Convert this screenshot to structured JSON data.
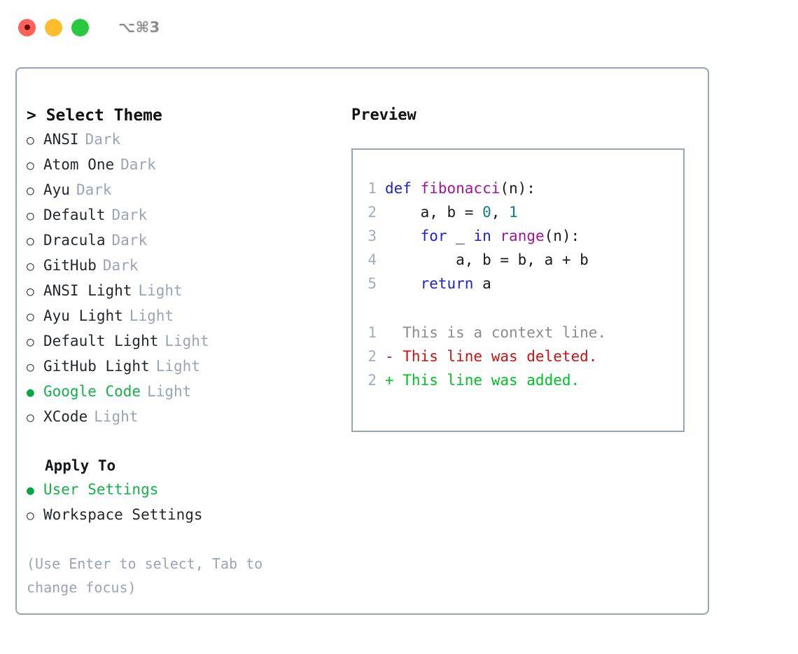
{
  "titlebar": {
    "buttons": [
      {
        "name": "close",
        "color": "#ff6058"
      },
      {
        "name": "minimize",
        "color": "#ffbd2e"
      },
      {
        "name": "maximize",
        "color": "#27c93f"
      }
    ],
    "shortcut": "⌥⌘3"
  },
  "theme_picker": {
    "header": "> Select Theme",
    "caret": ">",
    "header_label": "Select Theme",
    "marker_unselected": "○",
    "marker_selected": "●",
    "items": [
      {
        "label": "ANSI",
        "tag": "Dark",
        "selected": false
      },
      {
        "label": "Atom One",
        "tag": "Dark",
        "selected": false
      },
      {
        "label": "Ayu",
        "tag": "Dark",
        "selected": false
      },
      {
        "label": "Default",
        "tag": "Dark",
        "selected": false
      },
      {
        "label": "Dracula",
        "tag": "Dark",
        "selected": false
      },
      {
        "label": "GitHub",
        "tag": "Dark",
        "selected": false
      },
      {
        "label": "ANSI Light",
        "tag": "Light",
        "selected": false
      },
      {
        "label": "Ayu Light",
        "tag": "Light",
        "selected": false
      },
      {
        "label": "Default Light",
        "tag": "Light",
        "selected": false
      },
      {
        "label": "GitHub Light",
        "tag": "Light",
        "selected": false
      },
      {
        "label": "Google Code",
        "tag": "Light",
        "selected": true
      },
      {
        "label": "XCode",
        "tag": "Light",
        "selected": false
      }
    ]
  },
  "apply_to": {
    "header": "Apply To",
    "items": [
      {
        "label": "User Settings",
        "selected": true
      },
      {
        "label": "Workspace Settings",
        "selected": false
      }
    ]
  },
  "hint": "(Use Enter to select, Tab to change focus)",
  "preview": {
    "title": "Preview",
    "code_lines": [
      {
        "lineno": "1",
        "tokens": [
          {
            "text": "def ",
            "type": "kw"
          },
          {
            "text": "fibonacci",
            "type": "fn"
          },
          {
            "text": "(n):",
            "type": "plain"
          }
        ]
      },
      {
        "lineno": "2",
        "tokens": [
          {
            "text": "    a, b = ",
            "type": "plain"
          },
          {
            "text": "0",
            "type": "num"
          },
          {
            "text": ", ",
            "type": "plain"
          },
          {
            "text": "1",
            "type": "num"
          }
        ]
      },
      {
        "lineno": "3",
        "tokens": [
          {
            "text": "    ",
            "type": "plain"
          },
          {
            "text": "for",
            "type": "kw"
          },
          {
            "text": " _ ",
            "type": "plain"
          },
          {
            "text": "in",
            "type": "kw"
          },
          {
            "text": " ",
            "type": "plain"
          },
          {
            "text": "range",
            "type": "fn"
          },
          {
            "text": "(n):",
            "type": "plain"
          }
        ]
      },
      {
        "lineno": "4",
        "tokens": [
          {
            "text": "        a, b = b, a + b",
            "type": "plain"
          }
        ]
      },
      {
        "lineno": "5",
        "tokens": [
          {
            "text": "    ",
            "type": "plain"
          },
          {
            "text": "return",
            "type": "kw"
          },
          {
            "text": " a",
            "type": "plain"
          }
        ]
      }
    ],
    "diff_lines": [
      {
        "lineno": "1",
        "sign": " ",
        "text": " This is a context line.",
        "kind": "ctx"
      },
      {
        "lineno": "2",
        "sign": "-",
        "text": " This line was deleted.",
        "kind": "del"
      },
      {
        "lineno": "2",
        "sign": "+",
        "text": " This line was added.",
        "kind": "add"
      }
    ]
  },
  "colors": {
    "accent_green": "#13b14a",
    "border": "#9aa3b4",
    "muted": "#9aa4b6",
    "keyword": "#2222cc",
    "function": "#a0149c",
    "number": "#0b8080",
    "diff_delete": "#cc1111",
    "diff_add": "#00c024",
    "diff_context": "#8c8c8c"
  }
}
